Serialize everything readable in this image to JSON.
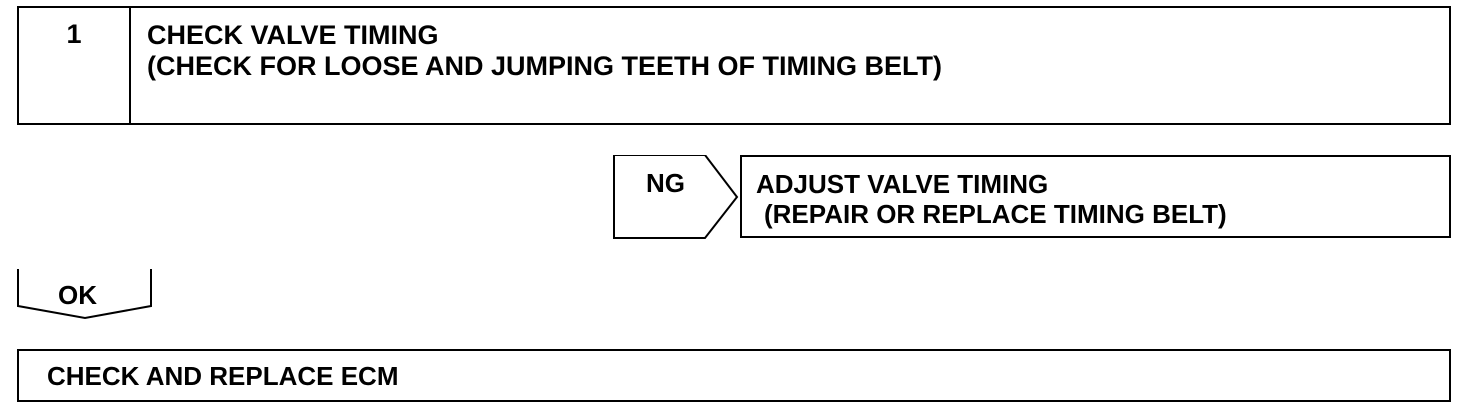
{
  "step": {
    "number": "1",
    "title_line1": "CHECK VALVE TIMING",
    "title_line2": "(CHECK FOR LOOSE AND JUMPING TEETH OF TIMING BELT)"
  },
  "ng_branch": {
    "label": "NG",
    "action_line1": "ADJUST VALVE TIMING",
    "action_line2": "(REPAIR OR REPLACE TIMING BELT)"
  },
  "ok_branch": {
    "label": "OK"
  },
  "final_step": {
    "text": "CHECK AND REPLACE ECM"
  }
}
